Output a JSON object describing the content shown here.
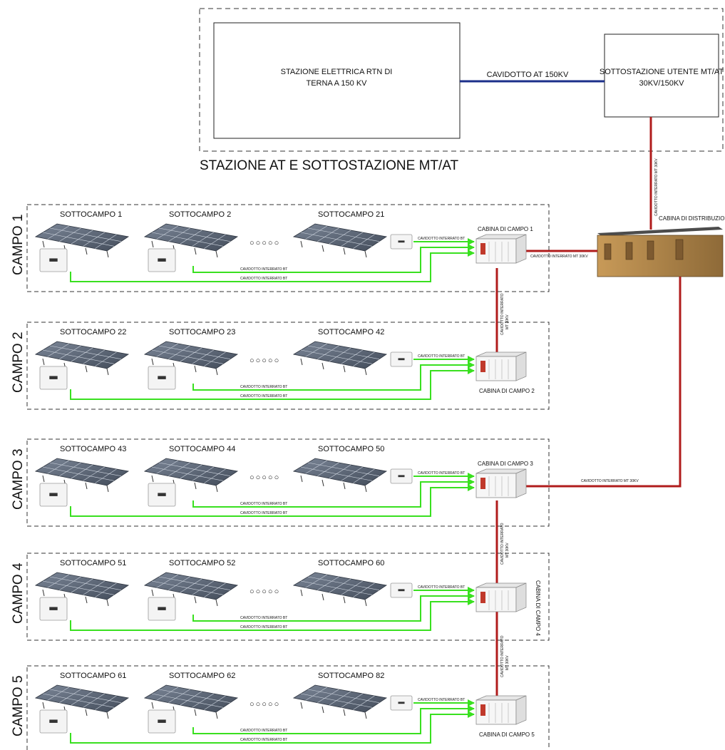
{
  "station": {
    "title": "STAZIONE AT E SOTTOSTAZIONE MT/AT",
    "rtn_box_line1": "STAZIONE ELETTRICA RTN DI",
    "rtn_box_line2": "TERNA A 150 KV",
    "utente_box_line1": "SOTTOSTAZIONE UTENTE MT/AT",
    "utente_box_line2": "30KV/150KV",
    "at_cable_label": "CAVIDOTTO AT 150KV"
  },
  "distribution": {
    "cabin_label": "CABINA DI DISTRIBUZIONE MT",
    "riser_cable_label": "CAVIDOTTO INTERRATO MT 30KV",
    "campo1_link_label": "CAVIDOTTO INTERRATO MT 30KV",
    "campo3_link_label": "CAVIDOTTO INTERRATO MT 30KV"
  },
  "vertical_links": [
    {
      "label_line1": "CAVIDOTTO INTERRATO",
      "label_line2": "MT 30KV"
    },
    {
      "label_line1": "CAVIDOTTO INTERRATO",
      "label_line2": "MT 30KV"
    },
    {
      "label_line1": "CAVIDOTTO INTERRATO",
      "label_line2": "MT 30KV"
    }
  ],
  "bt_cable_label": "CAVIDOTTO INTERRATO BT",
  "dots": "○○○○○",
  "colors": {
    "mt_cable": "#b01c1c",
    "at_cable": "#1b2f8a",
    "bt_cable": "#39e01f",
    "panel": "#5d6878"
  },
  "campi": [
    {
      "label": "CAMPO 1",
      "cabin_label": "CABINA DI CAMPO 1",
      "subfields": [
        "SOTTOCAMPO 1",
        "SOTTOCAMPO 2",
        "SOTTOCAMPO 21"
      ]
    },
    {
      "label": "CAMPO 2",
      "cabin_label": "CABINA DI CAMPO 2",
      "subfields": [
        "SOTTOCAMPO 22",
        "SOTTOCAMPO 23",
        "SOTTOCAMPO 42"
      ]
    },
    {
      "label": "CAMPO 3",
      "cabin_label": "CABINA DI CAMPO 3",
      "subfields": [
        "SOTTOCAMPO 43",
        "SOTTOCAMPO 44",
        "SOTTOCAMPO 50"
      ]
    },
    {
      "label": "CAMPO 4",
      "cabin_label": "CABINA DI CAMPO 4",
      "subfields": [
        "SOTTOCAMPO 51",
        "SOTTOCAMPO 52",
        "SOTTOCAMPO 60"
      ]
    },
    {
      "label": "CAMPO 5",
      "cabin_label": "CABINA DI CAMPO 5",
      "subfields": [
        "SOTTOCAMPO 61",
        "SOTTOCAMPO 62",
        "SOTTOCAMPO 82"
      ]
    }
  ]
}
